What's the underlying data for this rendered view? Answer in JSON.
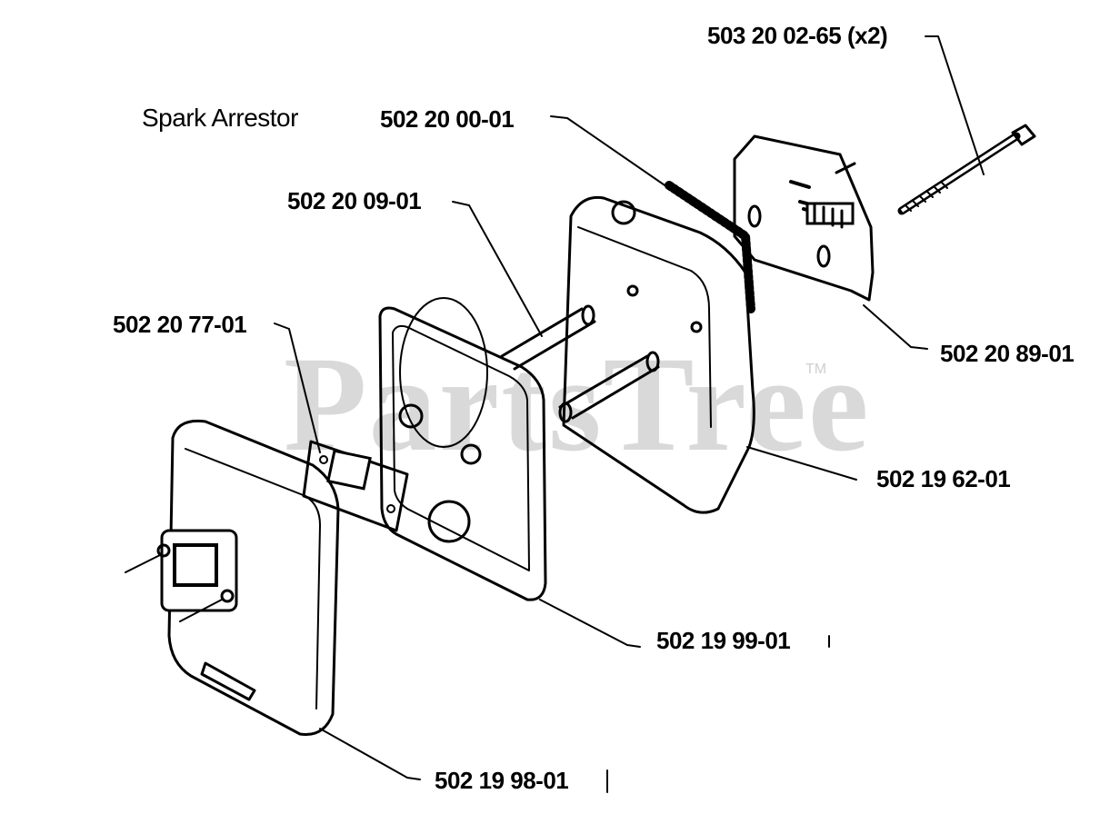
{
  "title": "Spark Arrestor",
  "watermark": {
    "text": "PartsTree",
    "trademark": "TM"
  },
  "parts": [
    {
      "id": "bolt",
      "label": "503 20 02-65 (x2)"
    },
    {
      "id": "screen",
      "label": "502 20 00-01"
    },
    {
      "id": "deflector",
      "label": "502 20 89-01"
    },
    {
      "id": "spacer",
      "label": "502 20 09-01"
    },
    {
      "id": "gasket",
      "label": "502 20 77-01"
    },
    {
      "id": "rear-body",
      "label": "502 19 62-01"
    },
    {
      "id": "plate",
      "label": "502 19 99-01"
    },
    {
      "id": "front-cover",
      "label": "502 19 98-01"
    }
  ]
}
